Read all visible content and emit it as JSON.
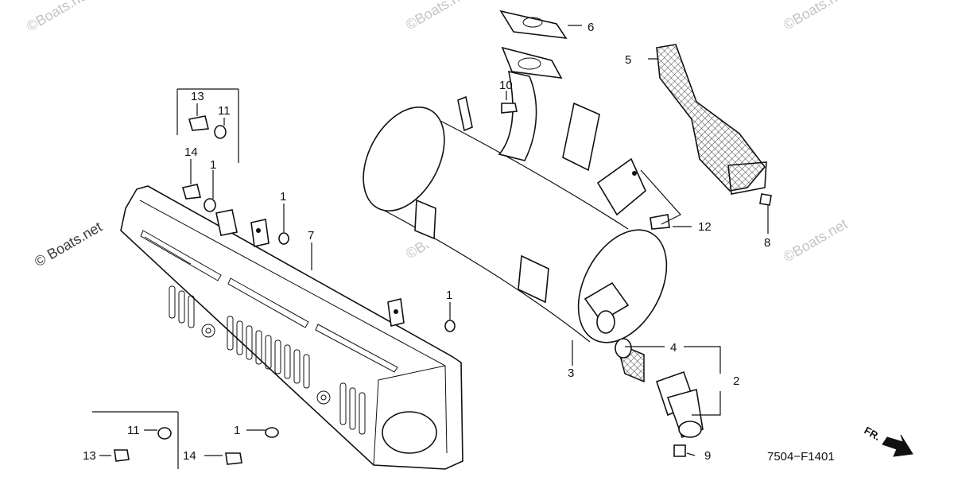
{
  "diagram_code": "7504−F1401",
  "direction_label": "FR.",
  "watermarks": [
    "©Boats.net",
    "©Boats.net",
    "©Boats.net",
    "© Boats.net",
    "©Boats.net",
    "©Boats.net"
  ],
  "callouts": {
    "c1a": "1",
    "c1b": "1",
    "c1c": "1",
    "c1d": "1",
    "c2": "2",
    "c3": "3",
    "c4": "4",
    "c5": "5",
    "c6": "6",
    "c7": "7",
    "c8": "8",
    "c9": "9",
    "c10": "10",
    "c11a": "11",
    "c11b": "11",
    "c12": "12",
    "c13a": "13",
    "c13b": "13",
    "c14a": "14",
    "c14b": "14"
  }
}
